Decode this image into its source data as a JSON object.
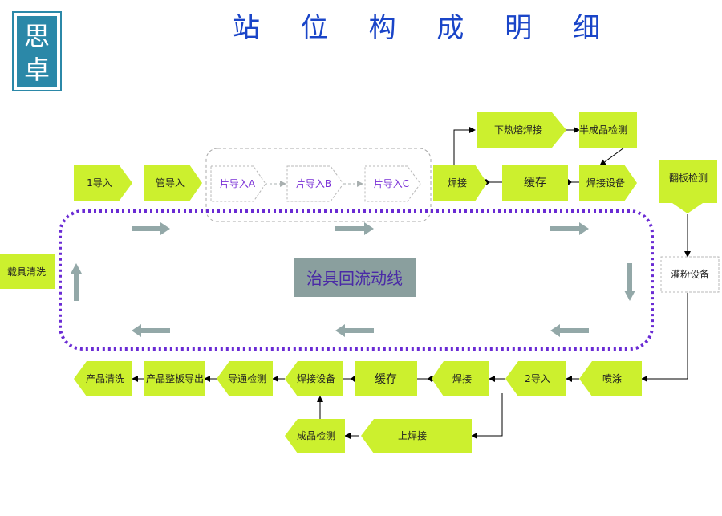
{
  "title": "站 位 构 成 明 细",
  "logo": {
    "line1": "思",
    "line2": "卓"
  },
  "colors": {
    "node_fill": "#ccf02e",
    "flow_arrow": "#93a8a8",
    "loop_dots": "#6a2bd4",
    "dashed_text": "#7a30d6",
    "center_box": "#8a9f9e",
    "title": "#1a45c8",
    "logo": "#2b88a8"
  },
  "nodes": {
    "import_1": "1导入",
    "tube_import": "管导入",
    "sheet_import_a": "片导入A",
    "sheet_import_b": "片导入B",
    "sheet_import_c": "片导入C",
    "weld_top": "焊接",
    "buffer_top": "缓存",
    "weld_equip_top": "焊接设备",
    "lower_hot_melt_weld": "下热熔焊接",
    "semi_product_check": "半成品检测",
    "flip_check": "翻板检测",
    "powder_fill_equip": "灌粉设备",
    "spray": "喷涂",
    "import_2": "2导入",
    "weld_bottom": "焊接",
    "buffer_bottom": "缓存",
    "weld_equip_bottom": "焊接设备",
    "guide_check": "导通检测",
    "product_board_export": "产品整板导出",
    "product_clean": "产品清洗",
    "upper_weld": "上焊接",
    "finished_check": "成品检测",
    "carrier_clean": "载具清洗"
  },
  "center_label": "治具回流动线",
  "icons": [
    "logo-seal-icon",
    "arrow-right-icon",
    "arrow-left-icon",
    "arrow-up-icon",
    "arrow-down-icon"
  ]
}
